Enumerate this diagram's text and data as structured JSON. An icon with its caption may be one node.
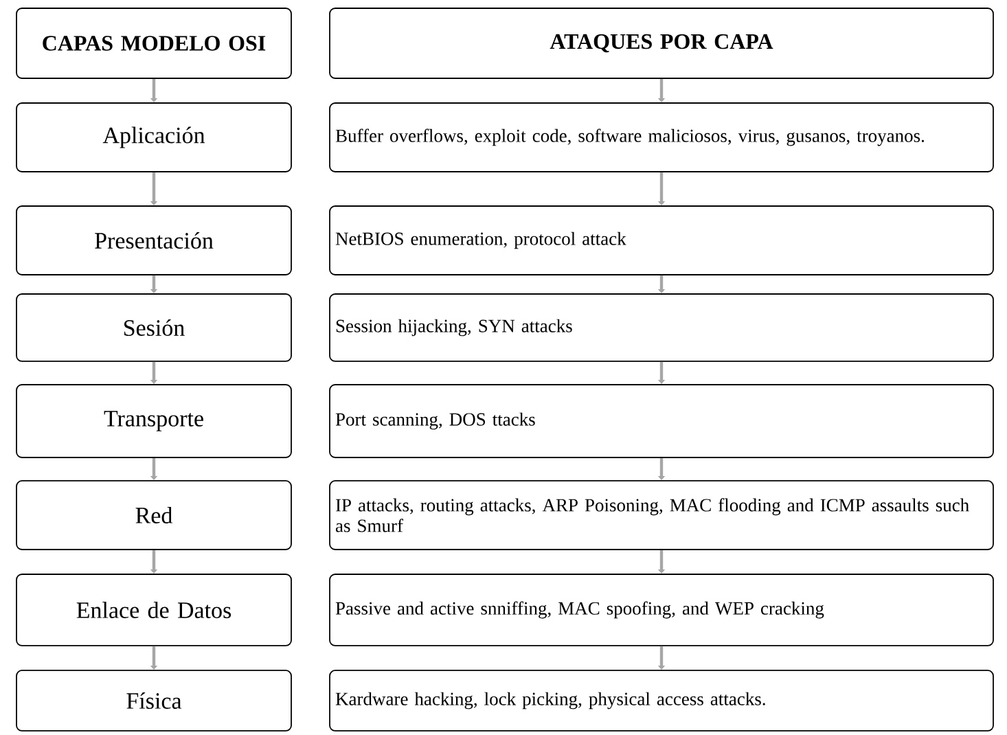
{
  "diagram": {
    "nodes": [
      {
        "text": [
          "CAPAS MODELO OSI"
        ]
      },
      {
        "text": [
          "ATAQUES POR CAPA"
        ]
      },
      {
        "text": [
          "Aplicación"
        ]
      },
      {
        "text": [
          "Buffer overflows, exploit code, software maliciosos, virus, gusanos, troyanos."
        ]
      },
      {
        "text": [
          "Presentación"
        ]
      },
      {
        "text": [
          "NetBIOS enumeration, protocol attack"
        ]
      },
      {
        "text": [
          "Sesión"
        ]
      },
      {
        "text": [
          "Session hijacking, SYN attacks"
        ]
      },
      {
        "text": [
          "Transporte"
        ]
      },
      {
        "text": [
          "Port scanning, DOS ttacks"
        ]
      },
      {
        "text": [
          "Red"
        ]
      },
      {
        "text": [
          "IP attacks, routing attacks, ARP Poisoning, MAC flooding and ICMP assaults such as Smurf"
        ]
      },
      {
        "text": [
          "Enlace de Datos"
        ]
      },
      {
        "text": [
          "Passive and active snniffing, MAC spoofing, and WEP cracking"
        ]
      },
      {
        "text": [
          "Física"
        ]
      },
      {
        "text": [
          "Kardware hacking, lock picking, physical access attacks."
        ]
      }
    ],
    "edges": [
      {
        "from": 0,
        "to": 2,
        "arrow": "to"
      },
      {
        "from": 1,
        "to": 3,
        "arrow": "to"
      },
      {
        "from": 2,
        "to": 4,
        "arrow": "to"
      },
      {
        "from": 3,
        "to": 5,
        "arrow": "to"
      },
      {
        "from": 4,
        "to": 6,
        "arrow": "to"
      },
      {
        "from": 5,
        "to": 7,
        "arrow": "to"
      },
      {
        "from": 6,
        "to": 8,
        "arrow": "to"
      },
      {
        "from": 7,
        "to": 9,
        "arrow": "to"
      },
      {
        "from": 8,
        "to": 10,
        "arrow": "to"
      },
      {
        "from": 9,
        "to": 11,
        "arrow": "to"
      },
      {
        "from": 10,
        "to": 12,
        "arrow": "to"
      },
      {
        "from": 11,
        "to": 13,
        "arrow": "to"
      },
      {
        "from": 12,
        "to": 14,
        "arrow": "to"
      },
      {
        "from": 13,
        "to": 15,
        "arrow": "to"
      }
    ]
  }
}
